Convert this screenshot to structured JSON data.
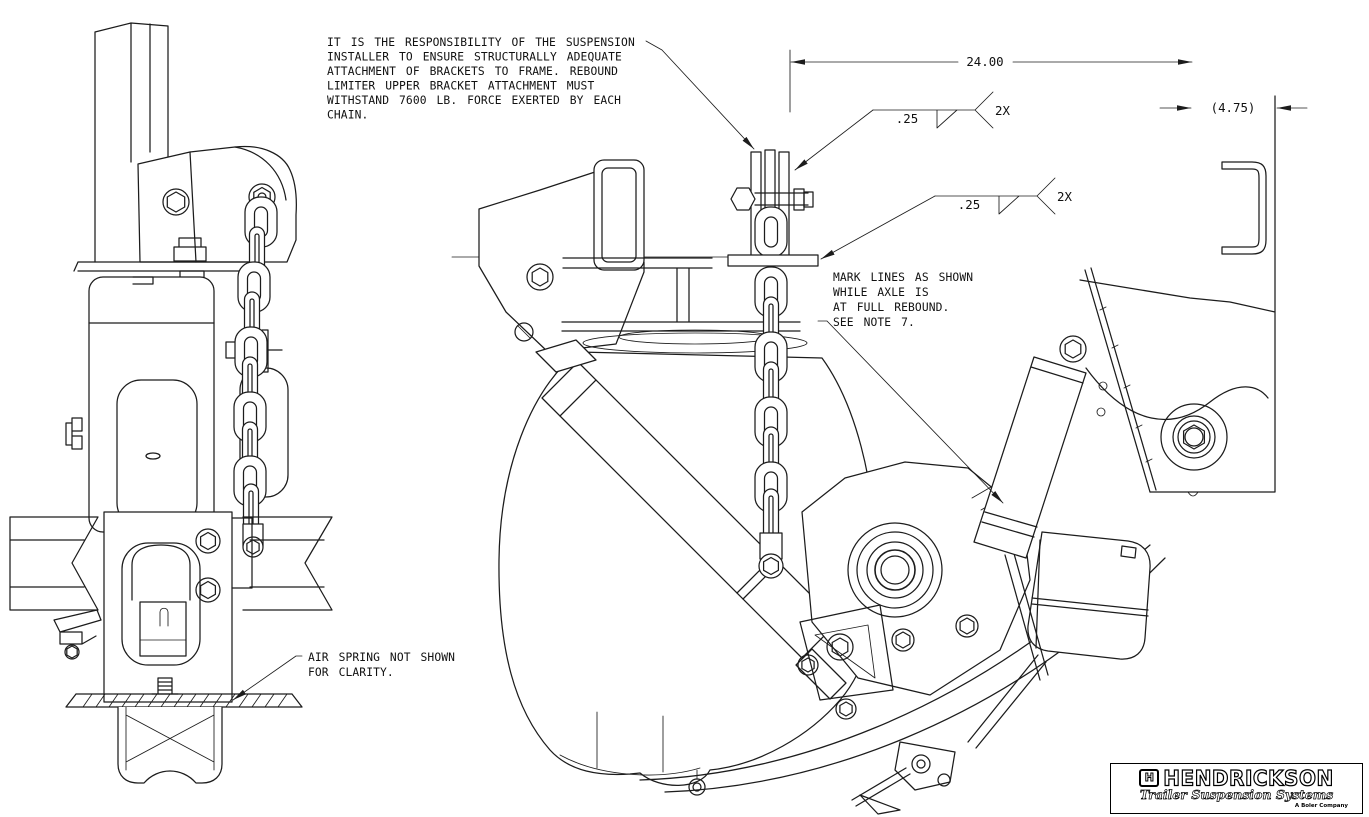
{
  "drawing": {
    "background": "#ffffff",
    "line_color": "#1c1c1c",
    "views": [
      "front-view-rebound-limiter",
      "side-view-suspension"
    ]
  },
  "notes": {
    "installer_note": {
      "lines": [
        "IT IS THE RESPONSIBILITY OF THE SUSPENSION",
        "INSTALLER TO ENSURE STRUCTURALLY ADEQUATE",
        "ATTACHMENT OF BRACKETS TO FRAME. REBOUND",
        "LIMITER UPPER BRACKET ATTACHMENT MUST",
        "WITHSTAND 7600 LB. FORCE EXERTED BY EACH",
        "CHAIN."
      ]
    },
    "mark_lines_note": {
      "lines": [
        "MARK LINES AS SHOWN",
        "WHILE AXLE IS",
        "AT FULL REBOUND.",
        "SEE NOTE 7."
      ]
    },
    "air_spring_note": {
      "lines": [
        "AIR SPRING NOT SHOWN",
        "FOR CLARITY."
      ]
    }
  },
  "dimensions": {
    "chain_spacing": "24.00",
    "offset_ref": "(4.75)",
    "weld_callouts": [
      {
        "size": ".25",
        "qty": "2X"
      },
      {
        "size": ".25",
        "qty": "2X"
      }
    ]
  },
  "logo": {
    "mark": "H",
    "name": "HENDRICKSON",
    "tagline": "Trailer Suspension Systems",
    "subtext": "A Boler Company"
  }
}
